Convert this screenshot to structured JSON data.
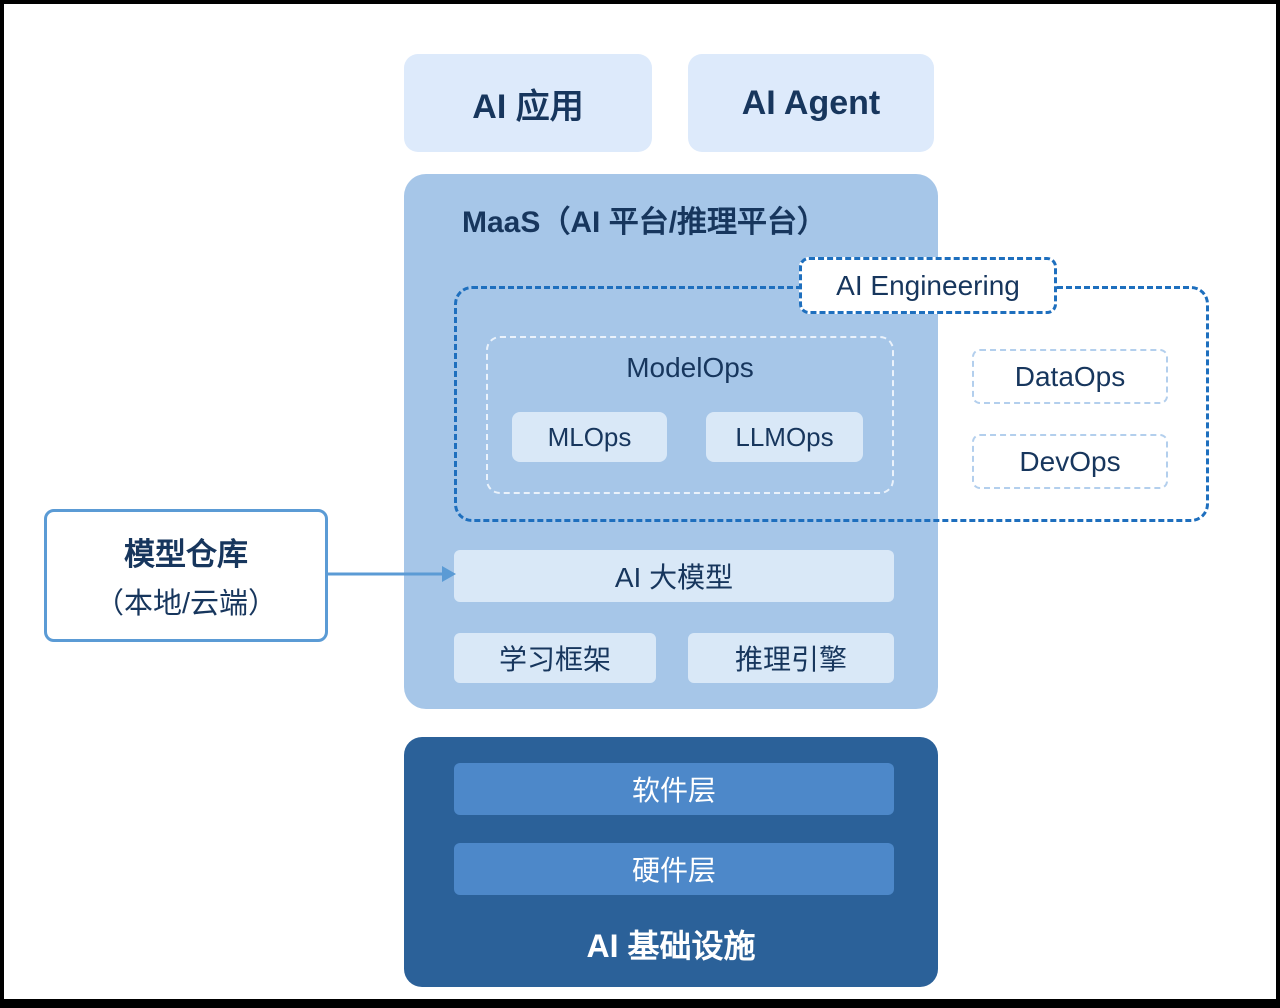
{
  "top_row": {
    "ai_app": "AI 应用",
    "ai_agent": "AI Agent"
  },
  "maas": {
    "title": "MaaS（AI 平台/推理平台）",
    "ai_engineering_label": "AI Engineering",
    "modelops_title": "ModelOps",
    "mlops": "MLOps",
    "llmops": "LLMOps",
    "dataops": "DataOps",
    "devops": "DevOps",
    "ai_large_model": "AI 大模型",
    "learning_framework": "学习框架",
    "inference_engine": "推理引擎"
  },
  "model_repo": {
    "title": "模型仓库",
    "subtitle": "（本地/云端）"
  },
  "infrastructure": {
    "title": "AI 基础设施",
    "software_layer": "软件层",
    "hardware_layer": "硬件层"
  },
  "colors": {
    "light_box_bg": "#ddeafb",
    "maas_bg": "#a6c6e8",
    "inner_box_bg": "#d9e8f7",
    "dashed_border_blue": "#1e6fbe",
    "dashed_border_light": "#b3cfed",
    "modelops_dashed_border": "#eaf2fb",
    "infra_bg": "#2b6199",
    "infra_inner_bg": "#4d88c9",
    "text_dark": "#17365d",
    "arrow_blue": "#5b9bd5",
    "frame_border": "#000000"
  }
}
